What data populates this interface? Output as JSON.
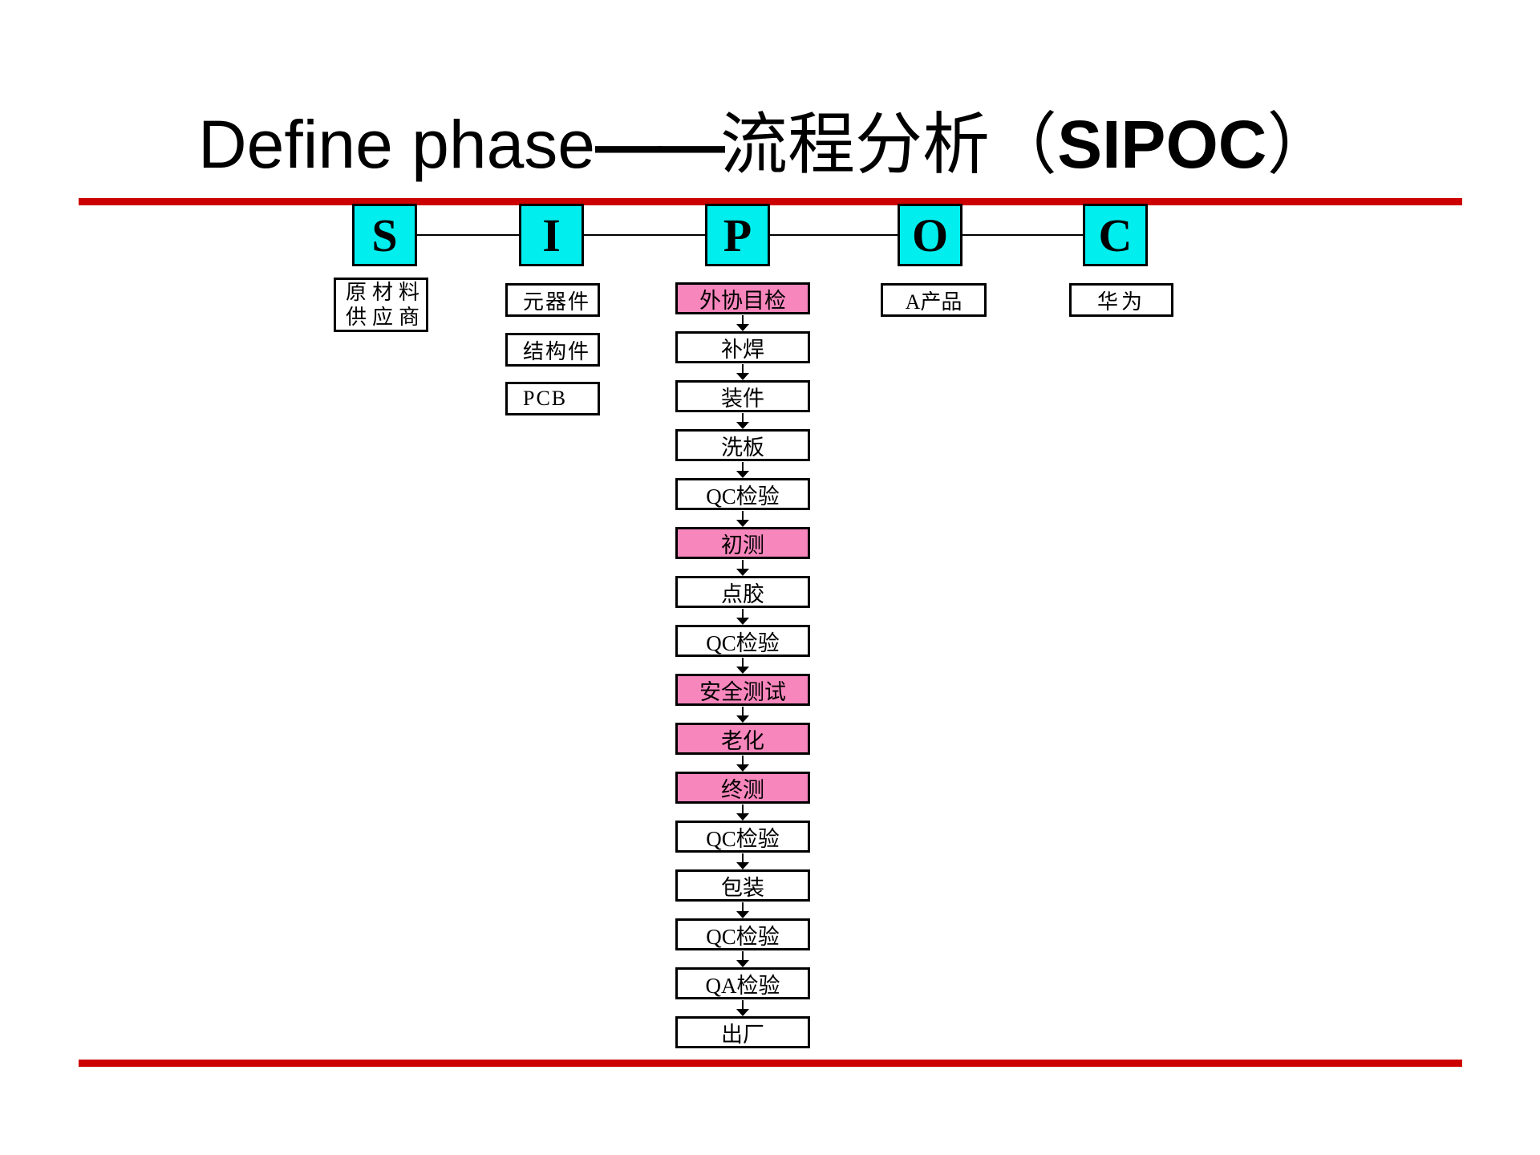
{
  "title": {
    "latin": "Define phase",
    "dash": "——",
    "cjk": "流程分析",
    "open_paren": "（",
    "sipoc": "SIPOC",
    "close_paren": "）"
  },
  "colors": {
    "accent_red": "#CC0000",
    "header_cyan": "#00EEEE",
    "step_pink": "#F786BC"
  },
  "sipoc": {
    "headers": [
      "S",
      "I",
      "P",
      "O",
      "C"
    ],
    "supplier": {
      "line1": "原材料",
      "line2": "供应商"
    },
    "inputs": [
      "元器件",
      "结构件",
      "PCB"
    ],
    "process_steps": [
      {
        "label": "外协目检",
        "pink": true
      },
      {
        "label": "补焊",
        "pink": false
      },
      {
        "label": "装件",
        "pink": false
      },
      {
        "label": "洗板",
        "pink": false
      },
      {
        "label": "QC检验",
        "pink": false
      },
      {
        "label": "初测",
        "pink": true
      },
      {
        "label": "点胶",
        "pink": false
      },
      {
        "label": "QC检验",
        "pink": false
      },
      {
        "label": "安全测试",
        "pink": true
      },
      {
        "label": "老化",
        "pink": true
      },
      {
        "label": "终测",
        "pink": true
      },
      {
        "label": "QC检验",
        "pink": false
      },
      {
        "label": "包装",
        "pink": false
      },
      {
        "label": "QC检验",
        "pink": false
      },
      {
        "label": "QA检验",
        "pink": false
      },
      {
        "label": "出厂",
        "pink": false
      }
    ],
    "output": "A产品",
    "customer": "华为"
  }
}
